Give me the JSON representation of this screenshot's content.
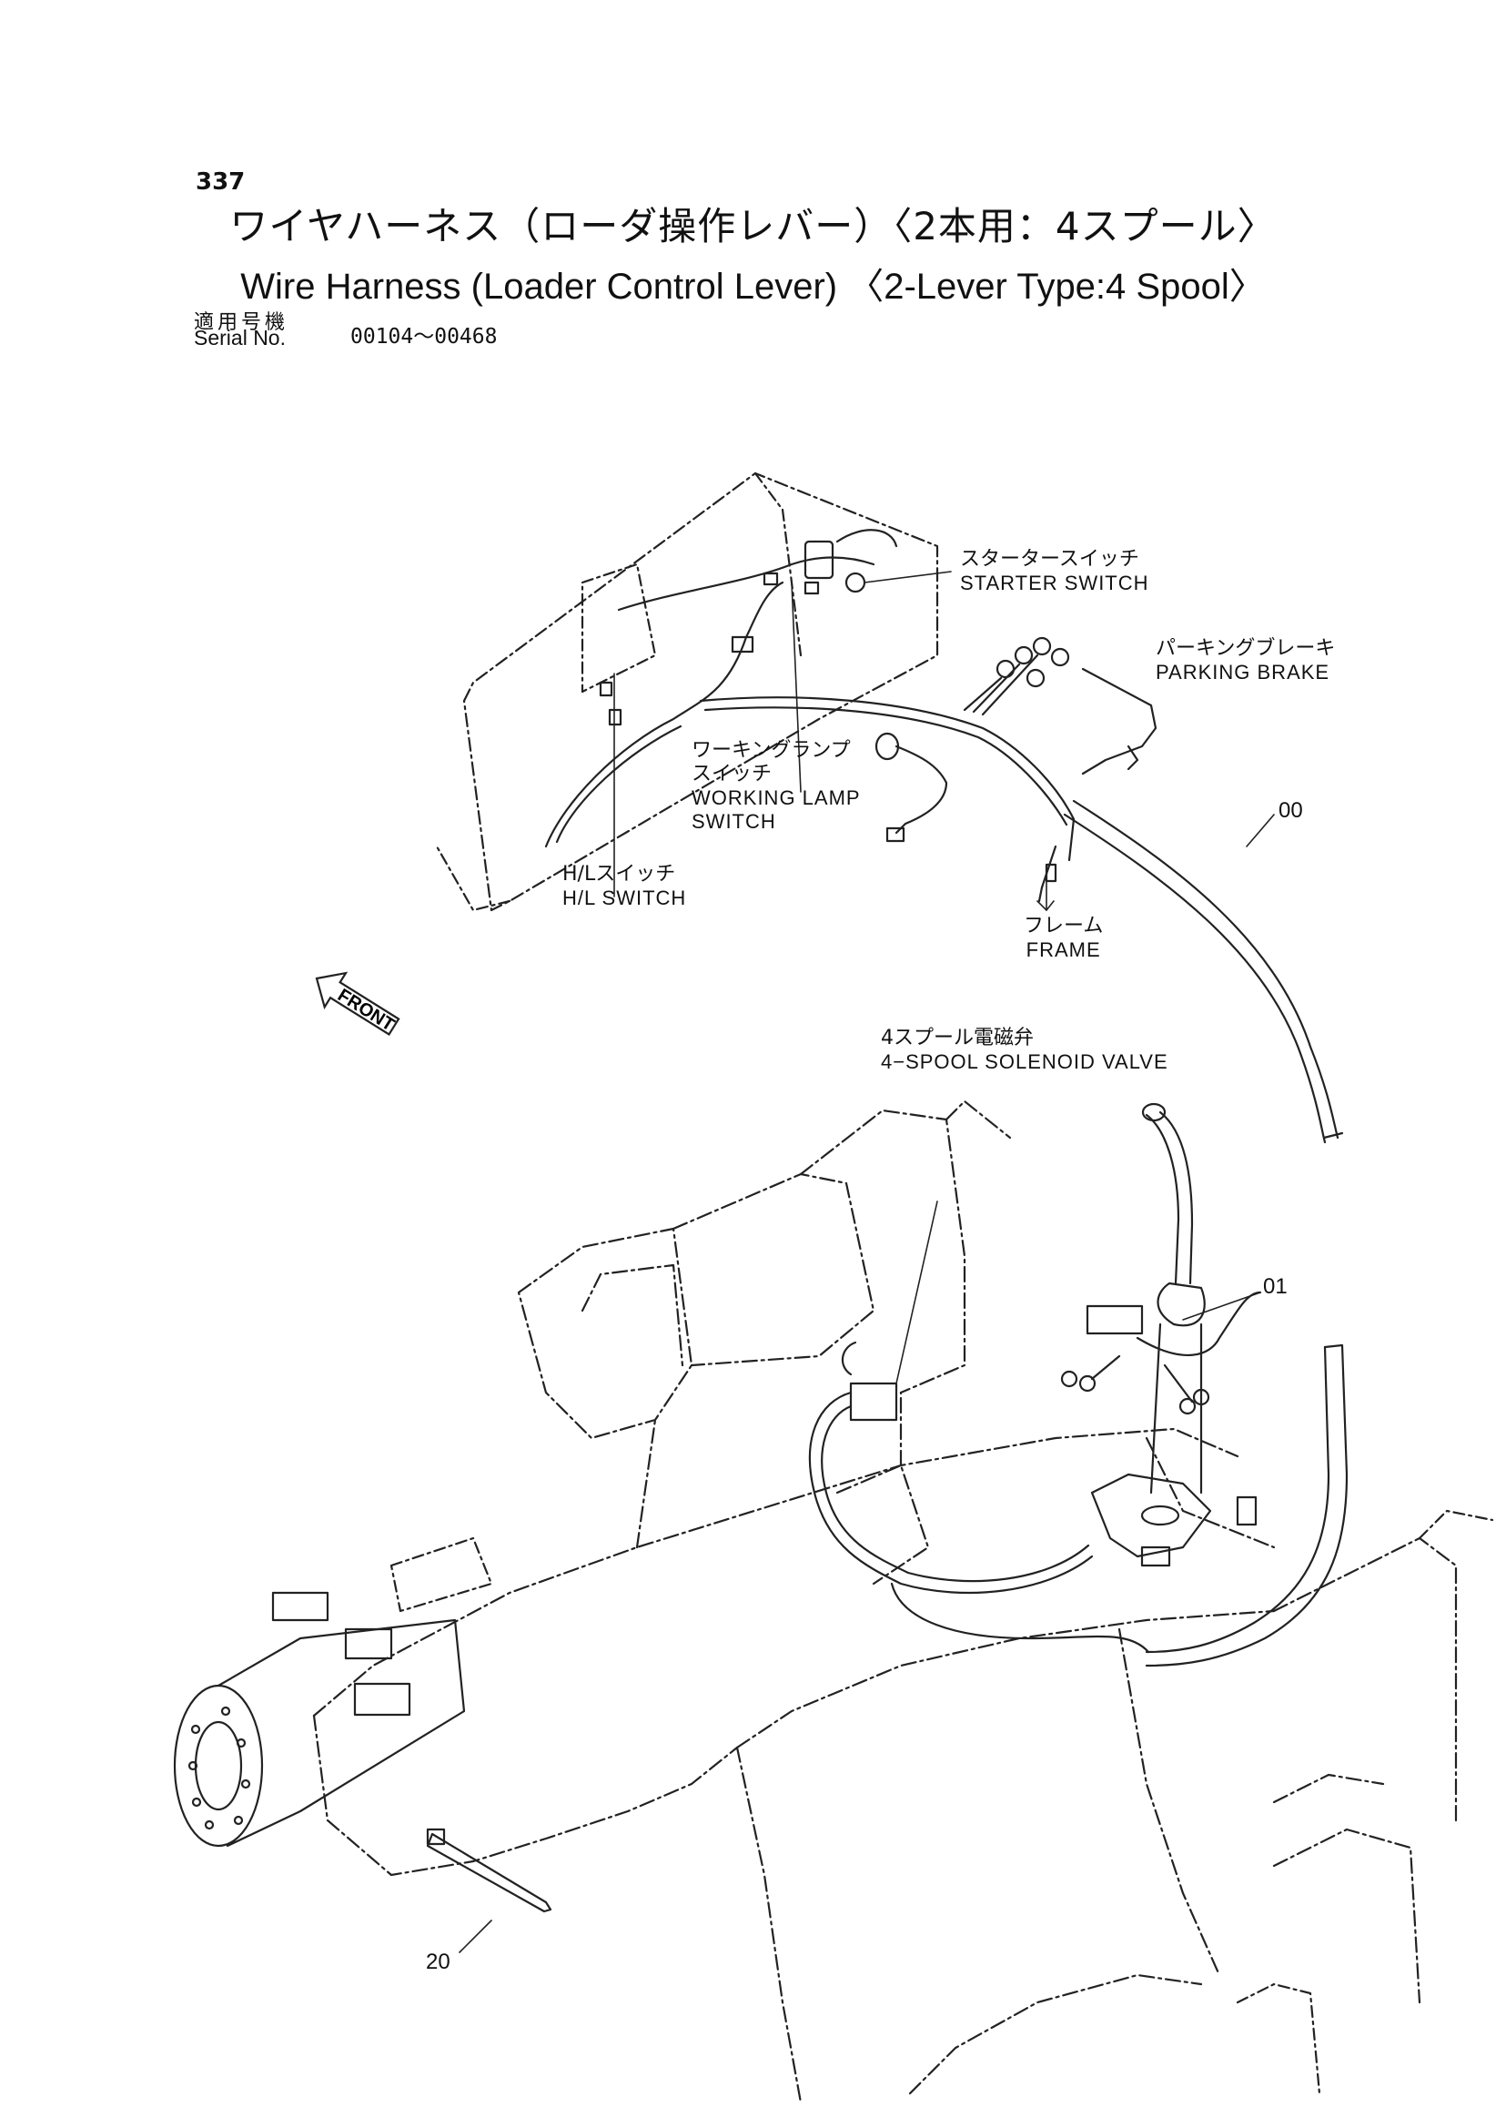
{
  "header": {
    "page_number": "337",
    "title_jp": "ワイヤハーネス（ローダ操作レバー）〈2本用：4スプール〉",
    "title_en": "Wire Harness (Loader Control Lever) 〈2-Lever Type:4 Spool〉",
    "serial_label_jp": "適用号機",
    "serial_label_en": "Serial No.",
    "serial_range": "00104～00468"
  },
  "labels": {
    "starter_switch": {
      "jp": "スタータースイッチ",
      "en": "STARTER SWITCH"
    },
    "parking_brake": {
      "jp": "パーキングブレーキ",
      "en": "PARKING BRAKE"
    },
    "working_lamp_switch": {
      "jp1": "ワーキングランプ",
      "jp2": "スイッチ",
      "en1": "WORKING LAMP",
      "en2": "SWITCH"
    },
    "hl_switch": {
      "jp": "H/Lスイッチ",
      "en": "H/L SWITCH"
    },
    "frame": {
      "jp": "フレーム",
      "en": "FRAME"
    },
    "solenoid_valve": {
      "jp": "4スプール電磁弁",
      "en": "4−SPOOL SOLENOID VALVE"
    },
    "front_arrow": "FRONT"
  },
  "part_numbers": {
    "harness_main": "00",
    "harness_lever": "01",
    "clamp_band": "20"
  }
}
